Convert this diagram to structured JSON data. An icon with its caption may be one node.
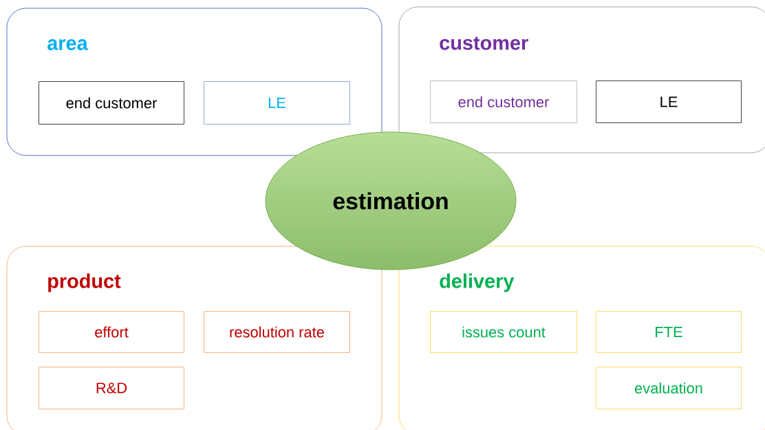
{
  "diagram": {
    "nodes": [
      {
        "text": [
          "area"
        ]
      },
      {
        "text": [
          "end customer"
        ],
        "in": 0
      },
      {
        "text": [
          "LE"
        ],
        "in": 0
      },
      {
        "text": [
          "customer"
        ]
      },
      {
        "text": [
          "end customer"
        ],
        "in": 3
      },
      {
        "text": [
          "LE"
        ],
        "in": 3
      },
      {
        "text": [
          "estimation"
        ]
      },
      {
        "text": [
          "product"
        ]
      },
      {
        "text": [
          "effort"
        ],
        "in": 7
      },
      {
        "text": [
          "resolution rate"
        ],
        "in": 7
      },
      {
        "text": [
          "R&D"
        ],
        "in": 7
      },
      {
        "text": [
          "delivery"
        ]
      },
      {
        "text": [
          "issues count"
        ],
        "in": 11
      },
      {
        "text": [
          "FTE"
        ],
        "in": 11
      },
      {
        "text": [
          "evaluation"
        ],
        "in": 11
      }
    ]
  }
}
